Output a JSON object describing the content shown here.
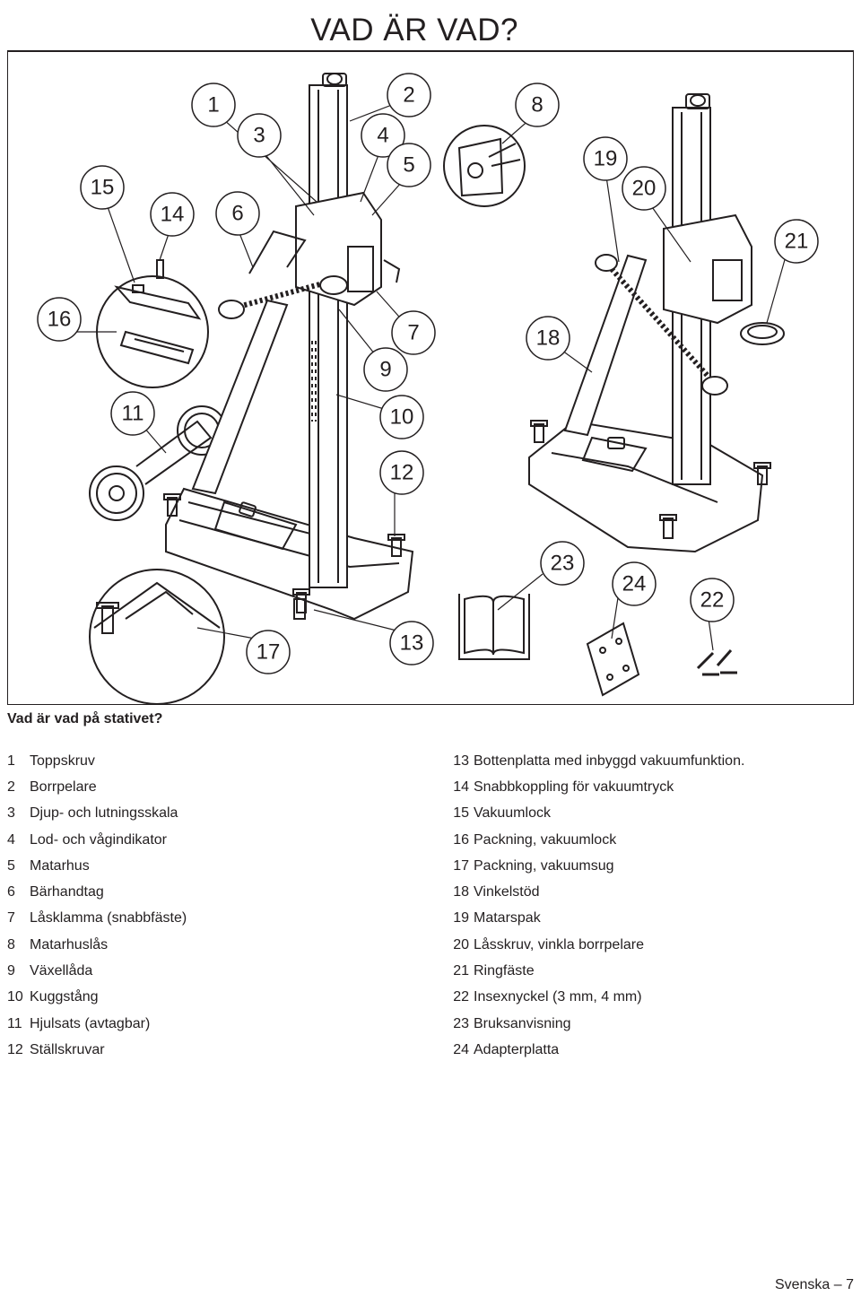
{
  "header": {
    "title": "VAD ÄR VAD?"
  },
  "figure": {
    "callouts": [
      "1",
      "2",
      "3",
      "4",
      "5",
      "6",
      "7",
      "8",
      "9",
      "10",
      "11",
      "12",
      "13",
      "14",
      "15",
      "16",
      "17",
      "18",
      "19",
      "20",
      "21",
      "22",
      "23",
      "24"
    ]
  },
  "caption": "Vad är vad på stativet?",
  "parts_left": [
    {
      "num": "1",
      "label": "Toppskruv"
    },
    {
      "num": "2",
      "label": "Borrpelare"
    },
    {
      "num": "3",
      "label": "Djup- och lutningsskala"
    },
    {
      "num": "4",
      "label": "Lod- och vågindikator"
    },
    {
      "num": "5",
      "label": "Matarhus"
    },
    {
      "num": "6",
      "label": "Bärhandtag"
    },
    {
      "num": "7",
      "label": "Låsklamma (snabbfäste)"
    },
    {
      "num": "8",
      "label": "Matarhuslås"
    },
    {
      "num": "9",
      "label": "Växellåda"
    },
    {
      "num": "10",
      "label": "Kuggstång"
    },
    {
      "num": "11",
      "label": "Hjulsats (avtagbar)"
    },
    {
      "num": "12",
      "label": "Ställskruvar"
    }
  ],
  "parts_right": [
    {
      "num": "13",
      "label": "Bottenplatta med inbyggd vakuumfunktion."
    },
    {
      "num": "14",
      "label": "Snabbkoppling för vakuumtryck"
    },
    {
      "num": "15",
      "label": "Vakuumlock"
    },
    {
      "num": "16",
      "label": "Packning, vakuumlock"
    },
    {
      "num": "17",
      "label": "Packning, vakuumsug"
    },
    {
      "num": "18",
      "label": "Vinkelstöd"
    },
    {
      "num": "19",
      "label": "Matarspak"
    },
    {
      "num": "20",
      "label": "Låsskruv, vinkla borrpelare"
    },
    {
      "num": "21",
      "label": "Ringfäste"
    },
    {
      "num": "22",
      "label": "Insexnyckel (3 mm, 4 mm)"
    },
    {
      "num": "23",
      "label": "Bruksanvisning"
    },
    {
      "num": "24",
      "label": "Adapterplatta"
    }
  ],
  "footer": {
    "page": "Svenska – 7"
  }
}
